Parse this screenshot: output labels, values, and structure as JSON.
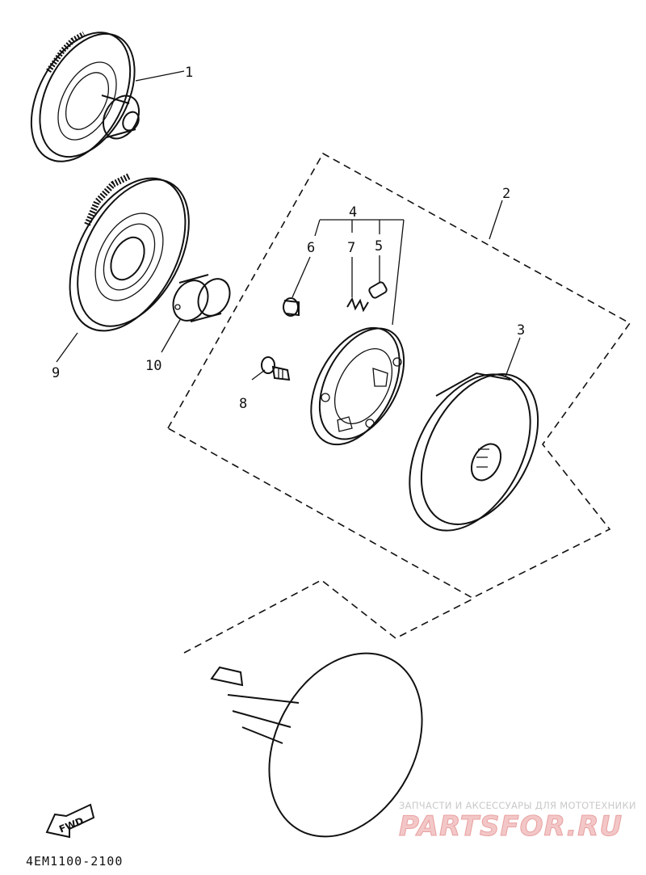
{
  "diagram": {
    "callouts": [
      {
        "id": "1",
        "text": "1"
      },
      {
        "id": "2",
        "text": "2"
      },
      {
        "id": "3",
        "text": "3"
      },
      {
        "id": "4",
        "text": "4"
      },
      {
        "id": "5",
        "text": "5"
      },
      {
        "id": "6",
        "text": "6"
      },
      {
        "id": "7",
        "text": "7"
      },
      {
        "id": "8",
        "text": "8"
      },
      {
        "id": "9",
        "text": "9"
      },
      {
        "id": "10",
        "text": "10"
      }
    ],
    "direction_arrow": "FWD",
    "drawing_code": "4EM1100-2100"
  },
  "watermark": {
    "tagline": "ЗАПЧАСТИ И АКСЕССУАРЫ ДЛЯ МОТОТЕХНИКИ",
    "brand": "PARTSFOR.RU"
  }
}
